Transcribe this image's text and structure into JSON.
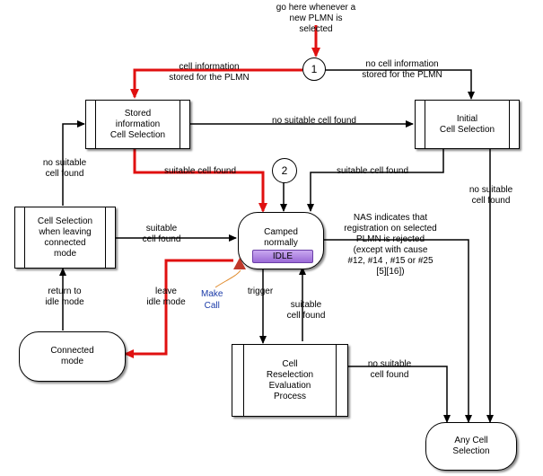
{
  "labels": {
    "top_note": "go here whenever a\nnew PLMN is\nselected",
    "cell_info_stored": "cell information\nstored for the PLMN",
    "no_cell_info_stored": "no cell information\nstored for the PLMN",
    "no_suitable_mid": "no suitable cell found",
    "suitable_found_left": "suitable cell found",
    "suitable_found_right": "suitable cell found",
    "no_suitable_left": "no suitable\ncell found",
    "no_suitable_right": "no suitable\ncell found",
    "suitable_cellsel": "suitable\ncell found",
    "nas_rejected": "NAS indicates that\nregistration on selected\nPLMN is rejected\n(except with cause\n#12, #14 , #15  or #25\n[5][16])",
    "return_idle": "return to\nidle mode",
    "leave_idle": "leave\nidle mode",
    "trigger": "trigger",
    "suitable_bottom": "suitable\ncell found",
    "no_suitable_bottom": "no suitable\ncell found",
    "make_call": "Make\nCall"
  },
  "nodes": {
    "circle1": "1",
    "circle2": "2",
    "stored": "Stored\ninformation\nCell Selection",
    "initial": "Initial\nCell Selection",
    "cellsel_leaving": "Cell Selection\nwhen leaving\nconnected\nmode",
    "camped": "Camped\nnormally",
    "idle": "IDLE",
    "connected": "Connected\nmode",
    "reselection": "Cell\nReselection\nEvaluation\nProcess",
    "any_cell": "Any Cell\nSelection"
  },
  "colors": {
    "highlight": "#e01010",
    "idle_fill": "#a97be0",
    "warning": "#c0392b",
    "make_call": "#1a3aa8"
  }
}
